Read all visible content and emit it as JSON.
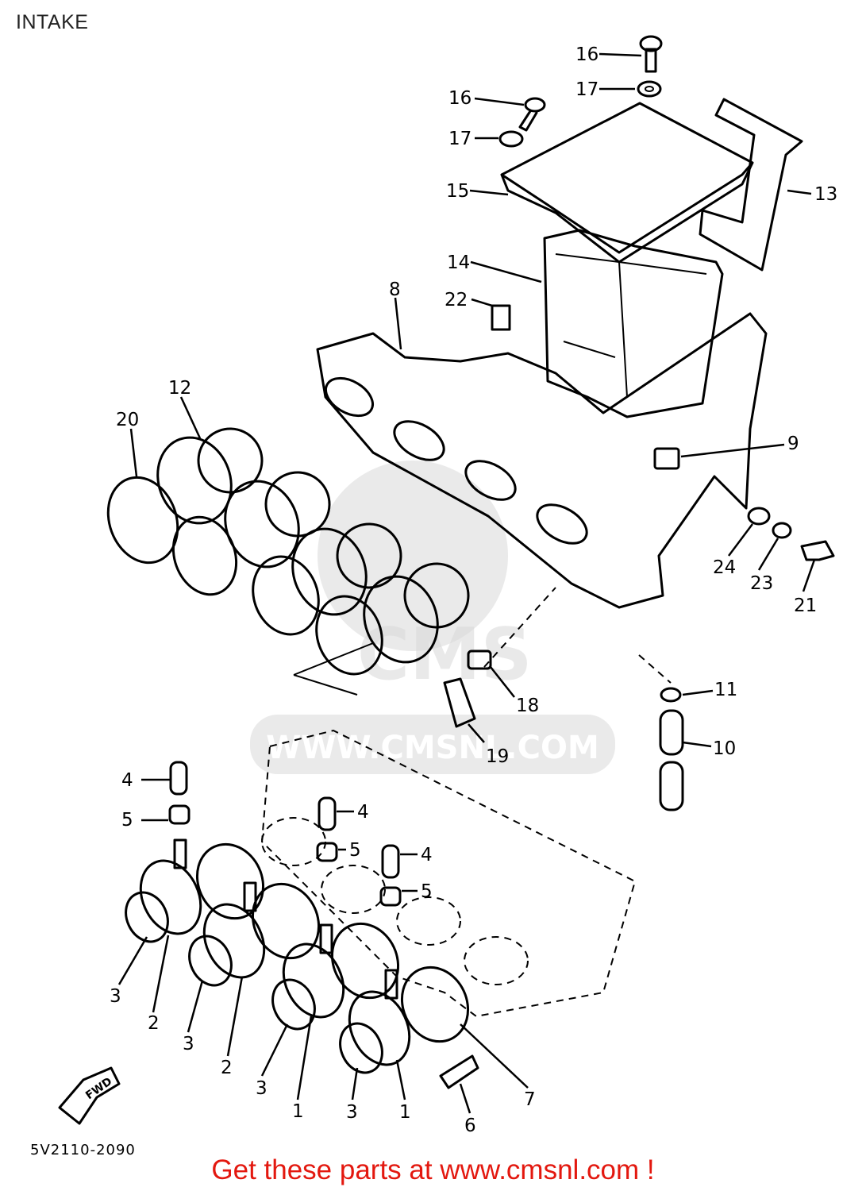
{
  "title": "INTAKE",
  "diagram_code": "5V2110-2090",
  "footer_text": "Get these parts at www.cmsnl.com !",
  "watermark_text": "WWW.CMSNL.COM",
  "watermark_logo": "CMS",
  "fwd_label": "FWD",
  "callouts": [
    "1",
    "1",
    "2",
    "2",
    "3",
    "3",
    "3",
    "3",
    "4",
    "4",
    "4",
    "5",
    "5",
    "5",
    "6",
    "7",
    "8",
    "9",
    "10",
    "11",
    "12",
    "13",
    "14",
    "15",
    "16",
    "16",
    "17",
    "17",
    "18",
    "19",
    "20",
    "21",
    "22",
    "23",
    "24"
  ],
  "colors": {
    "footer": "#e3180f",
    "line": "#000000",
    "watermark": "#d8d8d8"
  }
}
